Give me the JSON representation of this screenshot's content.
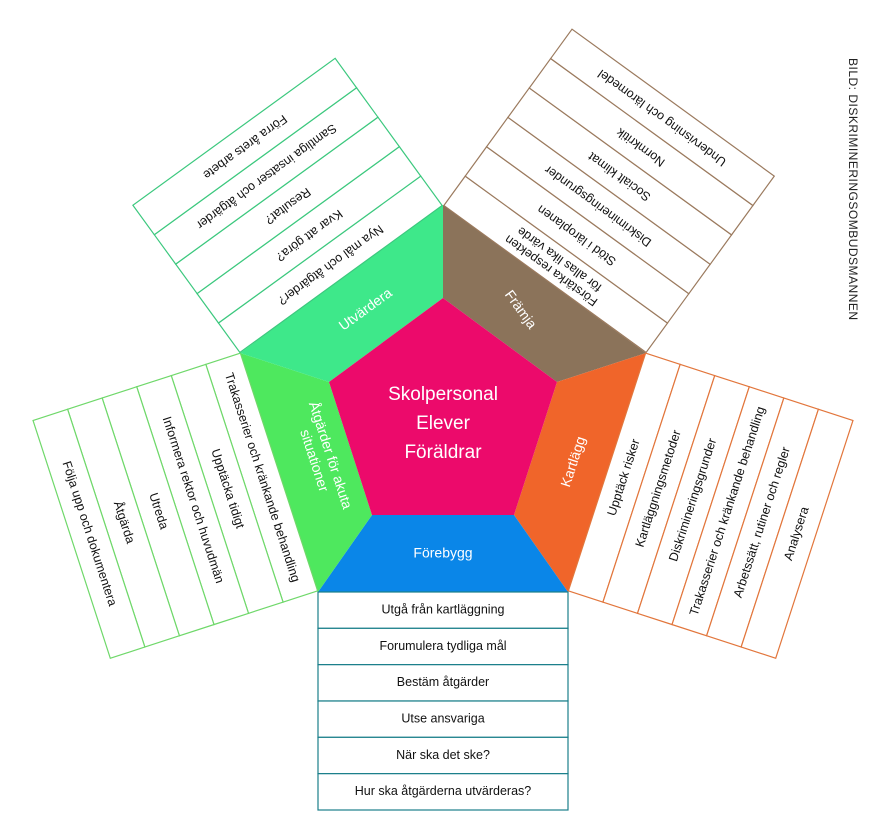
{
  "center": {
    "lines": [
      "Skolpersonal",
      "Elever",
      "Föräldrar"
    ],
    "color": "#ec0a6b"
  },
  "segments": {
    "framja": {
      "label": "Främja",
      "color": "#8b735a",
      "items": [
        "Undervisning och läromedel",
        "Normkritik",
        "Socialt klimat",
        "Diskrimineringsgrunder",
        "Stöd i läroplanen",
        "Förstärka respekten|för allas lika värde"
      ]
    },
    "kartlagg": {
      "label": "Kartlägg",
      "color": "#f0652a",
      "items": [
        "Upptäck risker",
        "Kartläggningsmetoder",
        "Diskrimineringsgrunder",
        "Trakasserier och kränkande behandling",
        "Arbetssätt, rutiner och regler",
        "Analysera"
      ]
    },
    "forebygg": {
      "label": "Förebygg",
      "color": "#0a86e8",
      "items": [
        "Utgå från kartläggning",
        "Forumulera tydliga mål",
        "Bestäm åtgärder",
        "Utse ansvariga",
        "När ska det ske?",
        "Hur ska åtgärderna utvärderas?"
      ]
    },
    "atgarder": {
      "label": "Åtgärder för akuta|situationer",
      "color": "#4ee85e",
      "items": [
        "Trakasserier och kränkande behandling",
        "Upptäcka tidigt",
        "Informera rektor och huvudmän",
        "Utreda",
        "Åtgärda",
        "Följa upp och dokumentera"
      ]
    },
    "utvardera": {
      "label": "Utvärdera",
      "color": "#3ee88a",
      "items": [
        "Förra årets arbete",
        "Samtliga insatser och åtgärder",
        "Resultat?",
        "Kvar att göra?",
        "Nya mål och åtgärder?"
      ]
    }
  },
  "credit": "BILD: DISKRIMINERINGSOMBUDSMANNEN"
}
